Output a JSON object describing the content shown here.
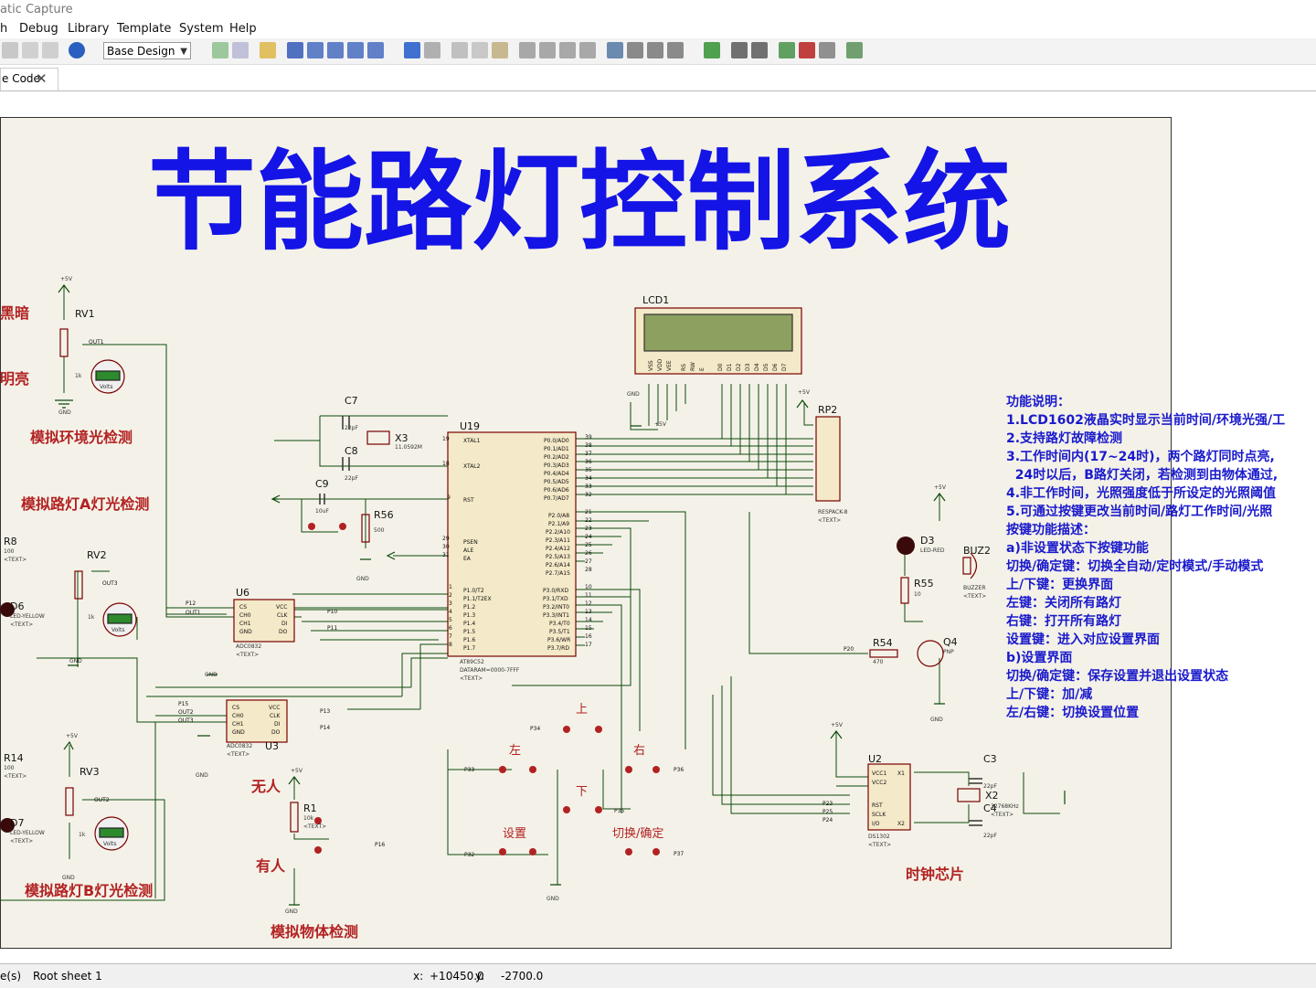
{
  "window": {
    "title": "atic Capture"
  },
  "menu": [
    "h",
    "Debug",
    "Library",
    "Template",
    "System",
    "Help"
  ],
  "toolbar": {
    "design_select": "Base Design"
  },
  "tab": {
    "label": "e Code",
    "close": "✕"
  },
  "schematic": {
    "main_title": "节能路灯控制系统",
    "labels": {
      "dark": "黑暗",
      "bright": "明亮",
      "ambient": "模拟环境光检测",
      "lampA": "模拟路灯A灯光检测",
      "lampB": "模拟路灯B灯光检测",
      "nobody": "无人",
      "somebody": "有人",
      "object": "模拟物体检测",
      "clock": "时钟芯片",
      "up": "上",
      "down": "下",
      "left": "左",
      "right": "右",
      "set": "设置",
      "switch_ok": "切换/确定"
    },
    "components": {
      "lcd": "LCD1",
      "u19": "U19",
      "u6": "U6",
      "u3": "U3",
      "u2": "U2",
      "rv1": "RV1",
      "rv2": "RV2",
      "rv3": "RV3",
      "r8": "R8",
      "r14": "R14",
      "r1": "R1",
      "r54": "R54",
      "r55": "R55",
      "r56": "R56",
      "c3": "C3",
      "c4": "C4",
      "c7": "C7",
      "c8": "C8",
      "c9": "C9",
      "x2": "X2",
      "x3": "X3",
      "d3": "D3",
      "d6": "D6",
      "d7": "D7",
      "q4": "Q4",
      "buz2": "BUZ2",
      "rp2": "RP2",
      "at89c52": "AT89C52",
      "dataram": "DATARAM=0000-7FFF",
      "adc0832": "ADC0832",
      "ds1302": "DS1302",
      "respack": "RESPACK-8",
      "buzzer": "BUZZER",
      "led_red": "LED-RED",
      "led_yellow": "LED-YELLOW",
      "pnp": "PNP",
      "xtal_freq": "11.0592M",
      "xtal2_freq": "32768KHz",
      "c_22pf": "22pF",
      "c_10uf": "10uF",
      "r500": "500",
      "r100": "100",
      "r10": "10",
      "r10k": "10k",
      "r470": "470",
      "r1k": "1k",
      "text": "<TEXT>",
      "volts": "Volts",
      "vcc5": "+5V",
      "gnd": "GND"
    },
    "pins": {
      "p0": [
        "P0.0/AD0",
        "P0.1/AD1",
        "P0.2/AD2",
        "P0.3/AD3",
        "P0.4/AD4",
        "P0.5/AD5",
        "P0.6/AD6",
        "P0.7/AD7"
      ],
      "p0_num": [
        "39",
        "38",
        "37",
        "36",
        "35",
        "34",
        "33",
        "32"
      ],
      "p2": [
        "P2.0/A8",
        "P2.1/A9",
        "P2.2/A10",
        "P2.3/A11",
        "P2.4/A12",
        "P2.5/A13",
        "P2.6/A14",
        "P2.7/A15"
      ],
      "p2_num": [
        "21",
        "22",
        "23",
        "24",
        "25",
        "26",
        "27",
        "28"
      ],
      "p3": [
        "P3.0/RXD",
        "P3.1/TXD",
        "P3.2/INT0",
        "P3.3/INT1",
        "P3.4/T0",
        "P3.5/T1",
        "P3.6/WR",
        "P3.7/RD"
      ],
      "p3_num": [
        "10",
        "11",
        "12",
        "13",
        "14",
        "15",
        "16",
        "17"
      ],
      "p1": [
        "P1.0/T2",
        "P1.1/T2EX",
        "P1.2",
        "P1.3",
        "P1.4",
        "P1.5",
        "P1.6",
        "P1.7"
      ],
      "p1_num": [
        "1",
        "2",
        "3",
        "4",
        "5",
        "6",
        "7",
        "8"
      ],
      "left": [
        "XTAL1",
        "XTAL2",
        "RST",
        "PSEN",
        "ALE",
        "EA"
      ],
      "left_num": [
        "19",
        "18",
        "9",
        "29",
        "30",
        "31"
      ],
      "lcd_pins": [
        "VSS",
        "VDD",
        "VEE",
        "RS",
        "RW",
        "E",
        "D0",
        "D1",
        "D2",
        "D3",
        "D4",
        "D5",
        "D6",
        "D7"
      ],
      "adc_left": [
        "CS",
        "CH0",
        "CH1",
        "GND"
      ],
      "adc_right": [
        "VCC",
        "CLK",
        "DI",
        "DO"
      ],
      "ds_left": [
        "VCC1",
        "VCC2",
        "RST",
        "SCLK",
        "I/O"
      ],
      "ds_right": [
        "X1",
        "X2"
      ]
    },
    "nets": {
      "p12": "P12",
      "p10": "P10",
      "p11": "P11",
      "p13": "P13",
      "p14": "P14",
      "p15": "P15",
      "p16": "P16",
      "p20": "P20",
      "p23": "P23",
      "p24": "P24",
      "p25": "P25",
      "p32": "P32",
      "p33": "P33",
      "p34": "P34",
      "p35": "P35",
      "p36": "P36",
      "p37": "P37",
      "out1": "OUT1",
      "out2": "OUT2",
      "out3": "OUT3"
    }
  },
  "description": [
    "功能说明：",
    "1.LCD1602液晶实时显示当前时间/环境光强/工",
    "2.支持路灯故障检测",
    "3.工作时间内(17~24时)，两个路灯同时点亮,",
    "  24时以后，B路灯关闭，若检测到由物体通过,",
    "4.非工作时间，光照强度低于所设定的光照阈值",
    "5.可通过按键更改当前时间/路灯工作时间/光照",
    "按键功能描述：",
    "a)非设置状态下按键功能",
    "切换/确定键：切换全自动/定时模式/手动模式",
    "上/下键：更换界面",
    "左键：关闭所有路灯",
    "右键：打开所有路灯",
    "设置键：进入对应设置界面",
    "b)设置界面",
    "切换/确定键：保存设置并退出设置状态",
    "上/下键：加/减",
    "左/右键：切换设置位置"
  ],
  "status": {
    "left": "e(s)",
    "sheet": "Root sheet 1",
    "x_label": "x:",
    "x": "+10450.0",
    "y_label": "y:",
    "y": "-2700.0"
  },
  "colors": {
    "title": "#1414e6",
    "label": "#b22222",
    "desc": "#1a1acc",
    "wire": "#0b4a0b",
    "sheet": "#f4f2e8",
    "body": "#8b0000"
  }
}
